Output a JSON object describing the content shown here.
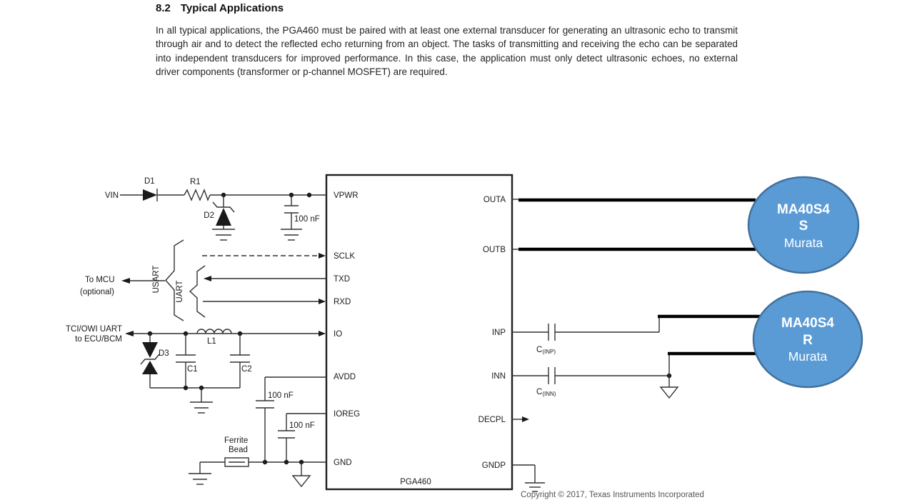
{
  "document": {
    "section_number": "8.2",
    "section_title": "Typical Applications",
    "body_paragraph": "In all typical applications, the PGA460 must be paired with at least one external transducer for generating an ultrasonic echo to transmit through air and to detect the reflected echo returning from an object. The tasks of transmitting and receiving the echo can be separated into independent transducers for improved performance. In this case, the application must only detect ultrasonic echoes, no external driver components (transformer or p-channel MOSFET) are required.",
    "footer_copyright": "Copyright © 2017, Texas Instruments Incorporated"
  },
  "schematic": {
    "chip": {
      "part_number": "PGA460",
      "left_pins": [
        "VPWR",
        "SCLK",
        "TXD",
        "RXD",
        "IO",
        "AVDD",
        "IOREG",
        "GND"
      ],
      "right_pins": [
        "OUTA",
        "OUTB",
        "INP",
        "INN",
        "DECPL",
        "GNDP"
      ]
    },
    "nets": {
      "vin_label": "VIN",
      "d1_label": "D1",
      "r1_label": "R1",
      "d2_label": "D2",
      "d3_label": "D3",
      "l1_label": "L1",
      "c1_label": "C1",
      "c2_label": "C2",
      "vpwr_cap_value": "100 nF",
      "avdd_cap_value": "100 nF",
      "ioreg_cap_value": "100 nF",
      "ferrite_label_line1": "Ferrite",
      "ferrite_label_line2": "Bead",
      "mcu_label_line1": "To MCU",
      "mcu_label_line2": "(optional)",
      "usart_label": "USART",
      "uart_label": "UART",
      "tci_label_line1": "TCI/OWI UART",
      "tci_label_line2": "to ECU/BCM",
      "cinp_label_base": "C",
      "cinp_label_sub": "(INP)",
      "cinn_label_base": "C",
      "cinn_label_sub": "(INN)"
    },
    "transducers": [
      {
        "model": "MA40S4",
        "variant": "S",
        "vendor": "Murata"
      },
      {
        "model": "MA40S4",
        "variant": "R",
        "vendor": "Murata"
      }
    ],
    "colors": {
      "transducer_fill": "#5b9bd5",
      "transducer_border": "#41719c"
    }
  }
}
